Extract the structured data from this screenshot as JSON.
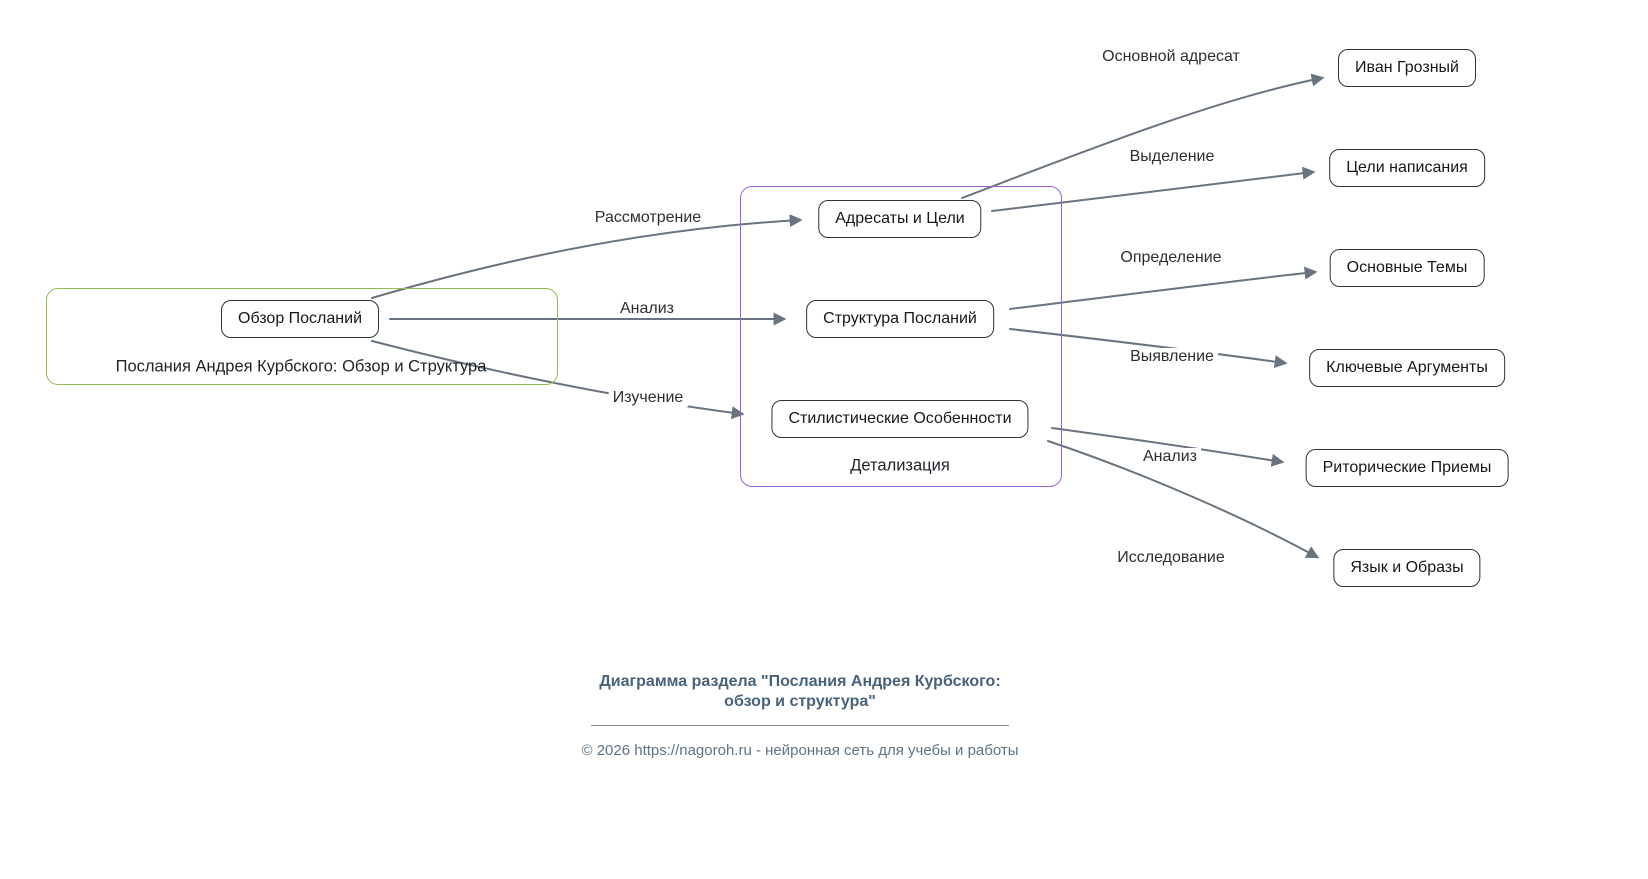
{
  "diagram": {
    "groups": {
      "root": {
        "label": "Послания Андрея Курбского: Обзор и Структура",
        "border_color": "#8fc04f"
      },
      "detail": {
        "label": "Детализация",
        "border_color": "#9e5fd0"
      }
    },
    "nodes": {
      "obzor_poslaniy": {
        "label": "Обзор Посланий"
      },
      "adresaty_i_celi": {
        "label": "Адресаты и Цели"
      },
      "struktura_poslaniy": {
        "label": "Структура Посланий"
      },
      "stilisticheskie_osobennosti": {
        "label": "Стилистические Особенности"
      },
      "ivan_groznyy": {
        "label": "Иван Грозный"
      },
      "celi_napisaniya": {
        "label": "Цели написания"
      },
      "osnovnye_temy": {
        "label": "Основные Темы"
      },
      "klyuchevye_argumenty": {
        "label": "Ключевые Аргументы"
      },
      "ritoricheskie_priemy": {
        "label": "Риторические Приемы"
      },
      "yazyk_i_obrazy": {
        "label": "Язык и Образы"
      }
    },
    "edges": [
      {
        "from": "Обзор Посланий",
        "to": "Адресаты и Цели",
        "label": "Рассмотрение"
      },
      {
        "from": "Обзор Посланий",
        "to": "Структура Посланий",
        "label": "Анализ"
      },
      {
        "from": "Обзор Посланий",
        "to": "Стилистические Особенности",
        "label": "Изучение"
      },
      {
        "from": "Адресаты и Цели",
        "to": "Иван Грозный",
        "label": "Основной адресат"
      },
      {
        "from": "Адресаты и Цели",
        "to": "Цели написания",
        "label": "Выделение"
      },
      {
        "from": "Структура Посланий",
        "to": "Основные Темы",
        "label": "Определение"
      },
      {
        "from": "Структура Посланий",
        "to": "Ключевые Аргументы",
        "label": "Выявление"
      },
      {
        "from": "Стилистические Особенности",
        "to": "Риторические Приемы",
        "label": "Анализ"
      },
      {
        "from": "Стилистические Особенности",
        "to": "Язык и Образы",
        "label": "Исследование"
      }
    ],
    "edge_color": "#6a7480"
  },
  "footer": {
    "caption": "Диаграмма раздела \"Послания Андрея Курбского:\nобзор и структура\"",
    "copyright": "© 2026 https://nagoroh.ru - нейронная сеть для учебы и работы"
  }
}
